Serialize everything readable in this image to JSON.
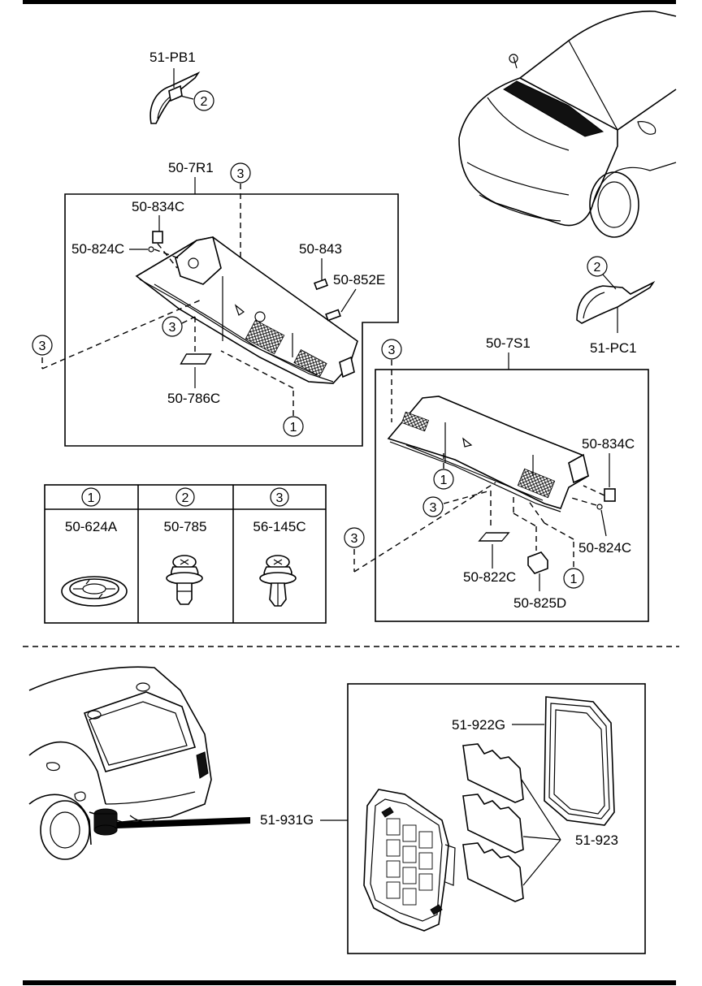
{
  "labels": {
    "pb1": "51-PB1",
    "r1": "50-7R1",
    "c834_left": "50-834C",
    "c824_left": "50-824C",
    "c843": "50-843",
    "e852": "50-852E",
    "c786": "50-786C",
    "pc1": "51-PC1",
    "s1": "50-7S1",
    "c834_right": "50-834C",
    "c824_right": "50-824C",
    "c822": "50-822C",
    "d825": "50-825D",
    "g922": "51-922G",
    "g931": "51-931G",
    "p923": "51-923"
  },
  "callouts": {
    "one": "1",
    "two": "2",
    "three": "3"
  },
  "fastener_table": {
    "headers": [
      "1",
      "2",
      "3"
    ],
    "parts": [
      "50-624A",
      "50-785",
      "56-145C"
    ]
  }
}
